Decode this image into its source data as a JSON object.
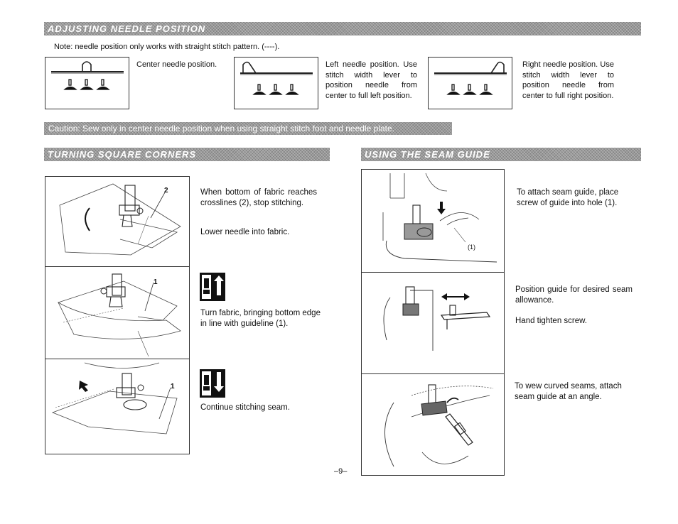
{
  "sections": {
    "needle_position": {
      "title": "ADJUSTING NEEDLE POSITION",
      "note": "Note: needle position only works with straight stitch pattern. (----).",
      "center_text": "Center needle position.",
      "left_text": "Left needle position. Use stitch width lever to position needle from center to full left position.",
      "right_text": "Right needle position. Use stitch width lever to position needle from center to full right position."
    },
    "caution": {
      "text": "Caution: Sew only in center needle position when using straight stitch foot and needle plate."
    },
    "square_corners": {
      "title": "TURNING SQUARE CORNERS",
      "step1_text": "When bottom of fabric reaches crosslines (2), stop stitching.",
      "step1_sub": "Lower needle into fabric.",
      "step1_label": "2",
      "step2_text": "Turn fabric, bringing bottom edge in line with guideline (1).",
      "step2_label": "1",
      "step3_text": "Continue stitching seam.",
      "step3_label": "1"
    },
    "seam_guide": {
      "title": "USING THE SEAM GUIDE",
      "step1_text": "To attach seam guide, place screw of guide into hole (1).",
      "step1_label": "(1)",
      "step2_text": "Position guide for desired seam allowance.",
      "step2_sub": "Hand tighten screw.",
      "step3_text": "To wew curved seams, attach seam guide at an angle."
    }
  },
  "page_number": "–9–",
  "colors": {
    "banner": "#9a9a9a",
    "ink": "#111111"
  },
  "icons": [
    "presser-foot-lever-up-icon",
    "presser-foot-lever-down-icon"
  ]
}
